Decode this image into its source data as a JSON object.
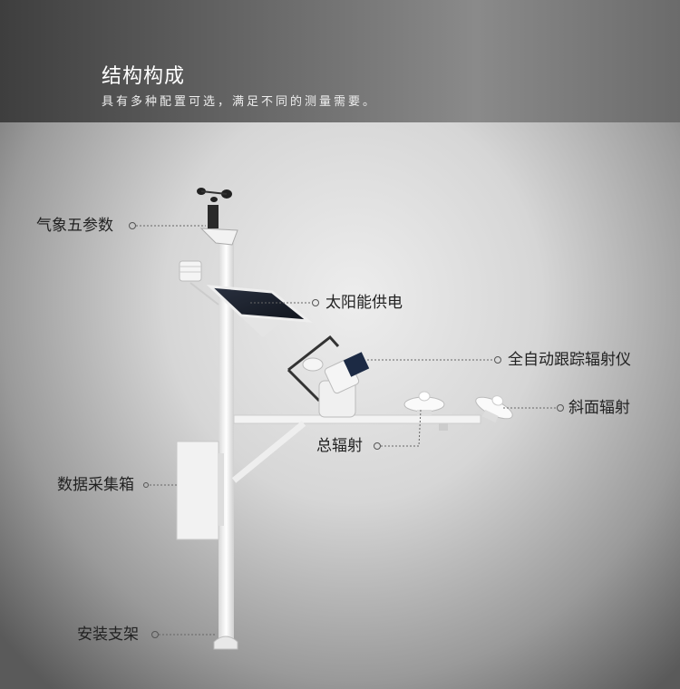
{
  "header": {
    "title": "结构构成",
    "subtitle": "具有多种配置可选，满足不同的测量需要。"
  },
  "labels": {
    "weather": "气象五参数",
    "solar": "太阳能供电",
    "tracker": "全自动跟踪辐射仪",
    "tilted": "斜面辐射",
    "global": "总辐射",
    "logger": "数据采集箱",
    "mount": "安装支架"
  }
}
